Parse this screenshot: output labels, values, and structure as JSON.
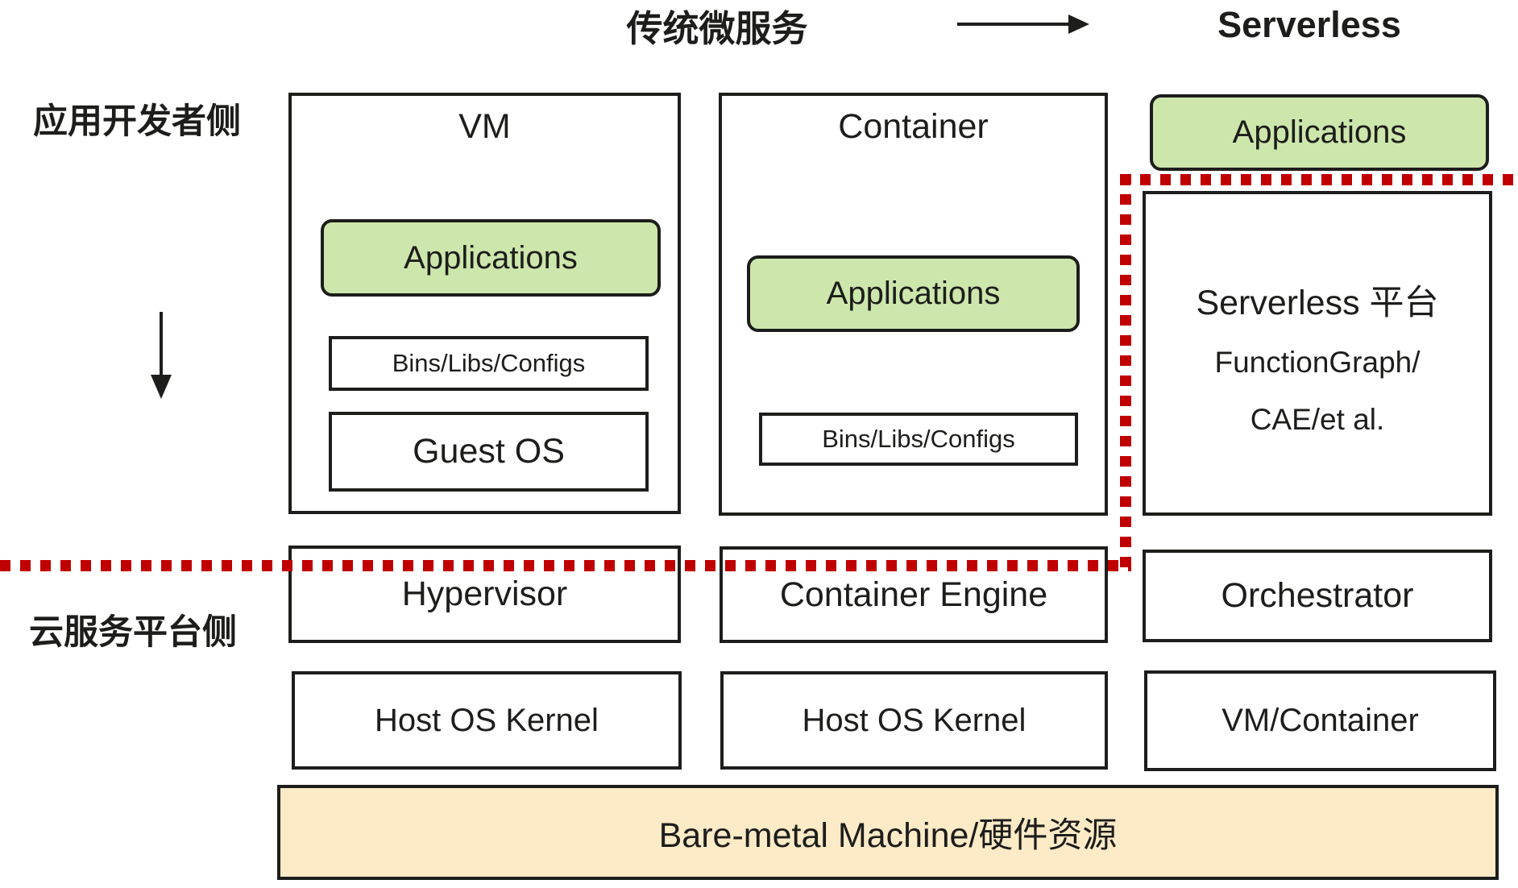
{
  "header": {
    "traditional_label": "传统微服务",
    "serverless_label": "Serverless"
  },
  "side_labels": {
    "developer_side": "应用开发者侧",
    "platform_side": "云服务平台侧"
  },
  "columns": {
    "vm": {
      "title": "VM",
      "applications": "Applications",
      "bins": "Bins/Libs/Configs",
      "guest_os": "Guest OS",
      "platform_layer": "Hypervisor",
      "kernel_layer": "Host OS Kernel"
    },
    "container": {
      "title": "Container",
      "applications": "Applications",
      "bins": "Bins/Libs/Configs",
      "platform_layer": "Container Engine",
      "kernel_layer": "Host OS Kernel"
    },
    "serverless": {
      "applications": "Applications",
      "platform_title": "Serverless 平台",
      "platform_line2": "FunctionGraph/",
      "platform_line3": "CAE/et al.",
      "platform_layer": "Orchestrator",
      "kernel_layer": "VM/Container"
    }
  },
  "bottom_bar": {
    "label": "Bare-metal Machine/硬件资源"
  },
  "colors": {
    "green_fill": "#cde6ac",
    "tan_fill": "#fdeac7",
    "red_line": "#c00000",
    "box_border": "#1d1d1b"
  }
}
